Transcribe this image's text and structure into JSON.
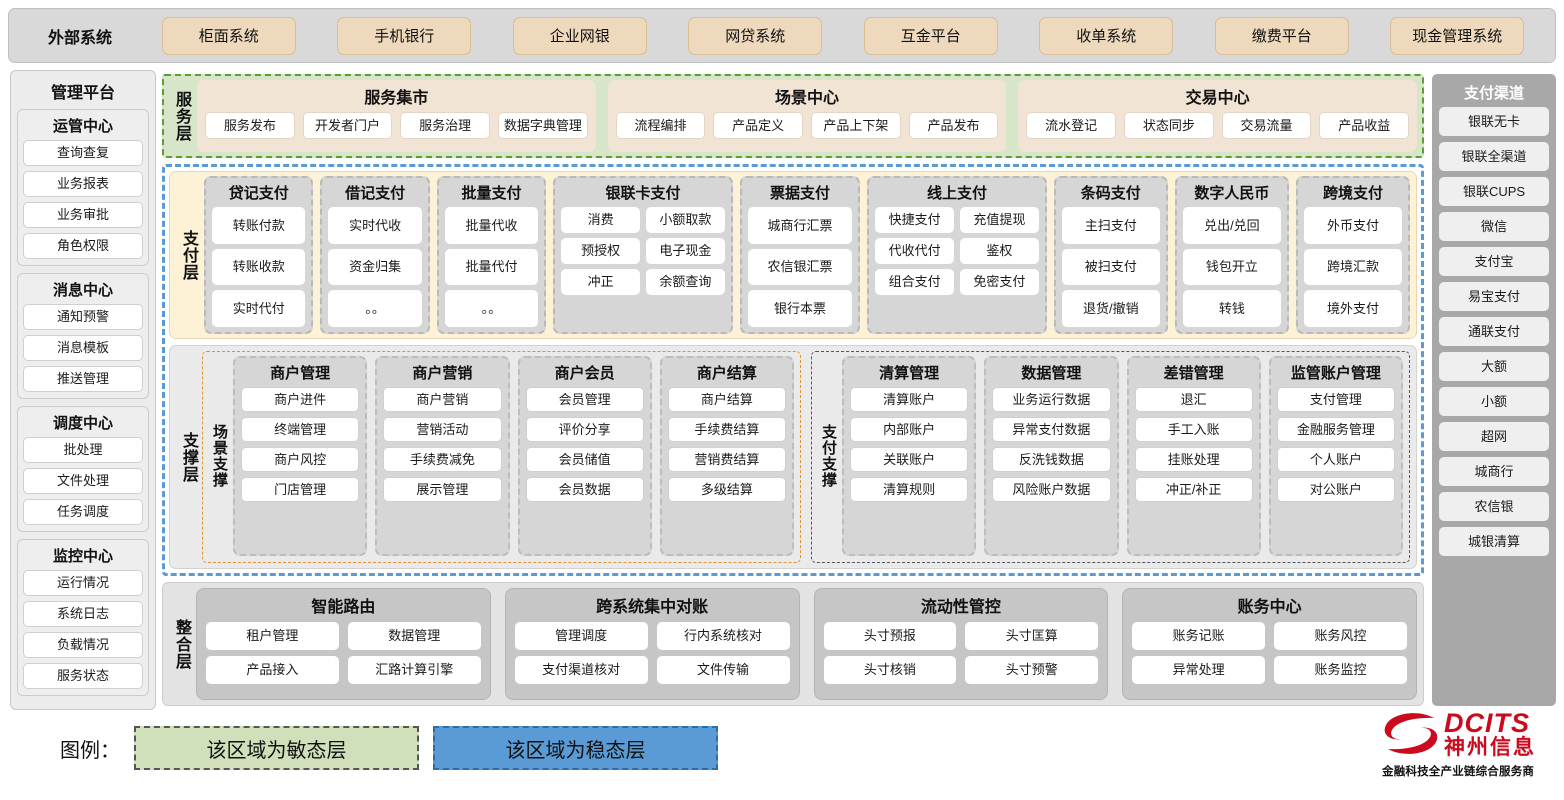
{
  "external": {
    "label": "外部系统",
    "items": [
      "柜面系统",
      "手机银行",
      "企业网银",
      "网贷系统",
      "互金平台",
      "收单系统",
      "缴费平台",
      "现金管理系统"
    ]
  },
  "management": {
    "title": "管理平台",
    "groups": [
      {
        "title": "运管中心",
        "items": [
          "查询查复",
          "业务报表",
          "业务审批",
          "角色权限"
        ]
      },
      {
        "title": "消息中心",
        "items": [
          "通知预警",
          "消息模板",
          "推送管理"
        ]
      },
      {
        "title": "调度中心",
        "items": [
          "批处理",
          "文件处理",
          "任务调度"
        ]
      },
      {
        "title": "监控中心",
        "items": [
          "运行情况",
          "系统日志",
          "负载情况",
          "服务状态"
        ]
      }
    ]
  },
  "channels": {
    "title": "支付渠道",
    "items": [
      "银联无卡",
      "银联全渠道",
      "银联CUPS",
      "微信",
      "支付宝",
      "易宝支付",
      "通联支付",
      "大额",
      "小额",
      "超网",
      "城商行",
      "农信银",
      "城银清算"
    ]
  },
  "service_layer": {
    "label": "服务层",
    "groups": [
      {
        "title": "服务集市",
        "items": [
          "服务发布",
          "开发者门户",
          "服务治理",
          "数据字典管理"
        ]
      },
      {
        "title": "场景中心",
        "items": [
          "流程编排",
          "产品定义",
          "产品上下架",
          "产品发布"
        ]
      },
      {
        "title": "交易中心",
        "items": [
          "流水登记",
          "状态同步",
          "交易流量",
          "产品收益"
        ]
      }
    ]
  },
  "payment_layer": {
    "label": "支付层",
    "groups": [
      {
        "title": "贷记支付",
        "cols": 1,
        "items": [
          "转账付款",
          "转账收款",
          "实时代付"
        ]
      },
      {
        "title": "借记支付",
        "cols": 1,
        "items": [
          "实时代收",
          "资金归集",
          "。。"
        ]
      },
      {
        "title": "批量支付",
        "cols": 1,
        "items": [
          "批量代收",
          "批量代付",
          "。。"
        ]
      },
      {
        "title": "银联卡支付",
        "cols": 2,
        "items": [
          "消费",
          "小额取款",
          "预授权",
          "电子现金",
          "冲正",
          "余额查询"
        ]
      },
      {
        "title": "票据支付",
        "cols": 1,
        "items": [
          "城商行汇票",
          "农信银汇票",
          "银行本票"
        ]
      },
      {
        "title": "线上支付",
        "cols": 2,
        "items": [
          "快捷支付",
          "充值提现",
          "代收代付",
          "鉴权",
          "组合支付",
          "免密支付"
        ]
      },
      {
        "title": "条码支付",
        "cols": 1,
        "items": [
          "主扫支付",
          "被扫支付",
          "退货/撤销"
        ]
      },
      {
        "title": "数字人民币",
        "cols": 1,
        "items": [
          "兑出/兑回",
          "钱包开立",
          "转钱"
        ]
      },
      {
        "title": "跨境支付",
        "cols": 1,
        "items": [
          "外币支付",
          "跨境汇款",
          "境外支付"
        ]
      }
    ]
  },
  "support_layer": {
    "label": "支撑层",
    "scene": {
      "label": "场景支撑",
      "groups": [
        {
          "title": "商户管理",
          "items": [
            "商户进件",
            "终端管理",
            "商户风控",
            "门店管理"
          ]
        },
        {
          "title": "商户营销",
          "items": [
            "商户营销",
            "营销活动",
            "手续费减免",
            "展示管理"
          ]
        },
        {
          "title": "商户会员",
          "items": [
            "会员管理",
            "评价分享",
            "会员储值",
            "会员数据"
          ]
        },
        {
          "title": "商户结算",
          "items": [
            "商户结算",
            "手续费结算",
            "营销费结算",
            "多级结算"
          ]
        }
      ]
    },
    "paysup": {
      "label": "支付支撑",
      "groups": [
        {
          "title": "清算管理",
          "items": [
            "清算账户",
            "内部账户",
            "关联账户",
            "清算规则"
          ]
        },
        {
          "title": "数据管理",
          "items": [
            "业务运行数据",
            "异常支付数据",
            "反洗钱数据",
            "风险账户数据"
          ]
        },
        {
          "title": "差错管理",
          "items": [
            "退汇",
            "手工入账",
            "挂账处理",
            "冲正/补正"
          ]
        },
        {
          "title": "监管账户管理",
          "items": [
            "支付管理",
            "金融服务管理",
            "个人账户",
            "对公账户"
          ]
        }
      ]
    }
  },
  "integration_layer": {
    "label": "整合层",
    "groups": [
      {
        "title": "智能路由",
        "rows": [
          [
            "租户管理",
            "数据管理"
          ],
          [
            "产品接入",
            "汇路计算引擎"
          ]
        ]
      },
      {
        "title": "跨系统集中对账",
        "rows": [
          [
            "管理调度",
            "行内系统核对"
          ],
          [
            "支付渠道核对",
            "文件传输"
          ]
        ]
      },
      {
        "title": "流动性管控",
        "rows": [
          [
            "头寸预报",
            "头寸匡算"
          ],
          [
            "头寸核销",
            "头寸预警"
          ]
        ]
      },
      {
        "title": "账务中心",
        "rows": [
          [
            "账务记账",
            "账务风控"
          ],
          [
            "异常处理",
            "账务监控"
          ]
        ]
      }
    ]
  },
  "legend": {
    "label": "图例：",
    "agile": "该区域为敏态层",
    "stable": "该区域为稳态层",
    "agile_color": "#cfe0bb",
    "stable_color": "#5b9bd5"
  },
  "logo": {
    "en": "DCITS",
    "cn": "神州信息",
    "tagline": "金融科技全产业链综合服务商",
    "color": "#cc0a1e"
  }
}
